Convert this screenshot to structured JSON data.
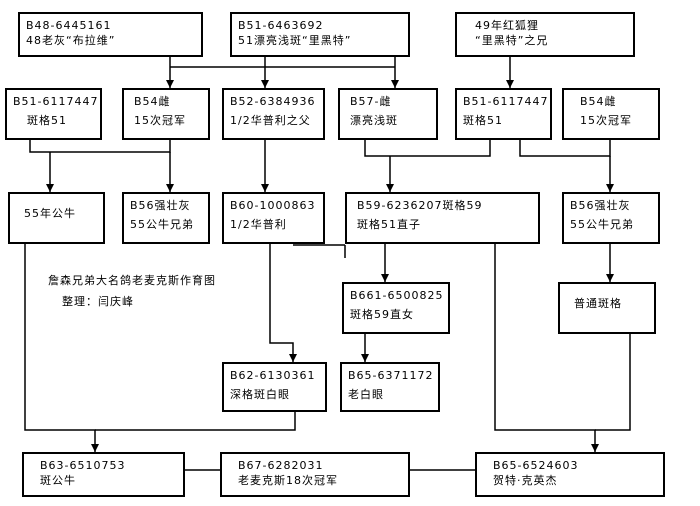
{
  "title": "詹森兄弟大名鸽老麦克斯作育图",
  "arranger": "整理：闫庆峰",
  "nodes": {
    "g1": {
      "line1": "B48-6445161",
      "line2": "48老灰“布拉维”"
    },
    "g2": {
      "line1": "B51-6463692",
      "line2": "51漂亮浅斑“里黑特”"
    },
    "g3": {
      "line1": "49年红狐狸",
      "line2": "“里黑特”之兄"
    },
    "p1": {
      "line1": "B51-6117447",
      "line2": "斑格51"
    },
    "p2": {
      "line1": "B54雌",
      "line2": "15次冠军"
    },
    "p3": {
      "line1": "B52-6384936",
      "line2": "1/2华普利之父"
    },
    "p4": {
      "line1": "B57-雌",
      "line2": "漂亮浅斑"
    },
    "p5": {
      "line1": "B51-6117447",
      "line2": "斑格51"
    },
    "p6": {
      "line1": "B54雌",
      "line2": "15次冠军"
    },
    "c1": {
      "line1": "55年公牛",
      "line2": ""
    },
    "c2": {
      "line1": "B56强壮灰",
      "line2": "55公牛兄弟"
    },
    "c3": {
      "line1": "B60-1000863",
      "line2": "1/2华普利"
    },
    "c4": {
      "line1": "B59-6236207斑格59",
      "line2": "斑格51直子"
    },
    "c5": {
      "line1": "B56强壮灰",
      "line2": "55公牛兄弟"
    },
    "d1": {
      "line1": "B661-6500825",
      "line2": "斑格59直女"
    },
    "d2": {
      "line1": "普通斑格",
      "line2": ""
    },
    "e1": {
      "line1": "B62-6130361",
      "line2": "深格斑白眼"
    },
    "e2": {
      "line1": "B65-6371172",
      "line2": "老白眼"
    },
    "f1": {
      "line1": "B63-6510753",
      "line2": "斑公牛"
    },
    "f2": {
      "line1": "B67-6282031",
      "line2": "老麦克斯18次冠军"
    },
    "f3": {
      "line1": "B65-6524603",
      "line2": "贺特·克英杰"
    }
  }
}
